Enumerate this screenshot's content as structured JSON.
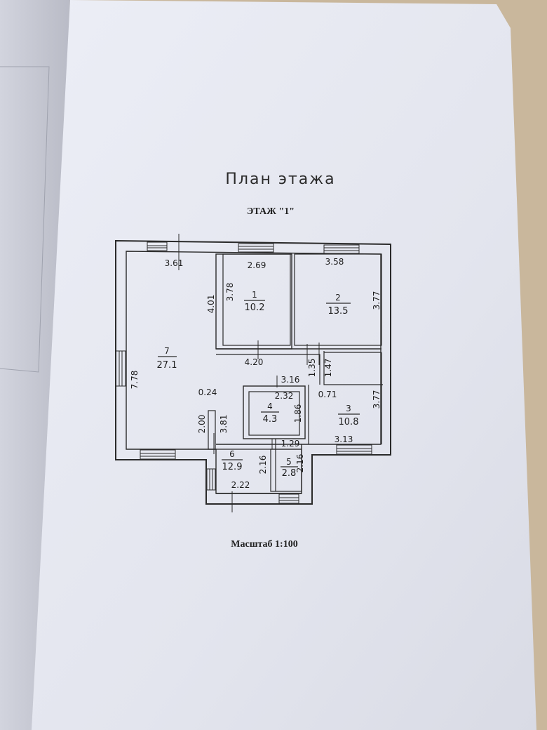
{
  "document": {
    "heading": "План этажа",
    "floor_label": "ЭТАЖ \"1\"",
    "scale_label": "Масштаб 1:100"
  },
  "rooms": [
    {
      "number": "1",
      "area": "10.2"
    },
    {
      "number": "2",
      "area": "13.5"
    },
    {
      "number": "3",
      "area": "10.8"
    },
    {
      "number": "4",
      "area": "4.3"
    },
    {
      "number": "5",
      "area": "2.8"
    },
    {
      "number": "6",
      "area": "12.9"
    },
    {
      "number": "7",
      "area": "27.1"
    }
  ],
  "dimensions": [
    "3.61",
    "2.69",
    "3.58",
    "3.78",
    "4.01",
    "3.77",
    "7.78",
    "4.20",
    "1.35",
    "1.47",
    "3.16",
    "2.32",
    "0.24",
    "0.71",
    "3.77",
    "1.86",
    "2.00",
    "3.81",
    "3.13",
    "1.29",
    "2.16",
    "2.16",
    "2.22"
  ],
  "colors": {
    "background": "#c9b79c",
    "paper": "#e7e8f1",
    "ink": "#1e1e1e"
  }
}
